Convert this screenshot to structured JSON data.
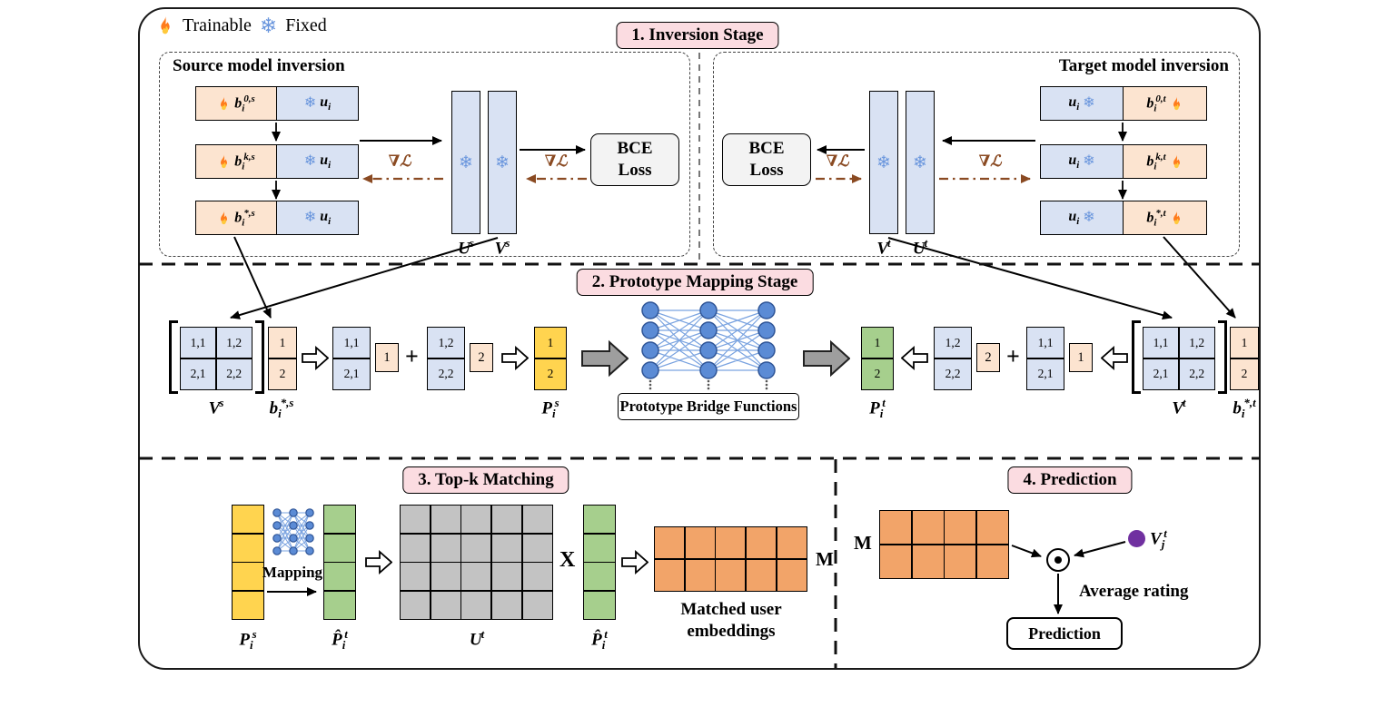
{
  "legend": {
    "trainable_label": "Trainable",
    "fixed_label": "Fixed"
  },
  "icons": {
    "snowflake": "❄"
  },
  "badges": {
    "stage1": "1. Inversion Stage",
    "stage2": "2. Prototype Mapping Stage",
    "stage3": "3. Top-k Matching",
    "stage4": "4. Prediction"
  },
  "source": {
    "title": "Source model inversion",
    "rows": [
      {
        "b": {
          "base": "b",
          "sub": "i",
          "sup": "0,s"
        },
        "u": {
          "base": "u",
          "sub": "i"
        }
      },
      {
        "b": {
          "base": "b",
          "sub": "i",
          "sup": "k,s"
        },
        "u": {
          "base": "u",
          "sub": "i"
        }
      },
      {
        "b": {
          "base": "b",
          "sub": "i",
          "sup": "*,s"
        },
        "u": {
          "base": "u",
          "sub": "i"
        }
      }
    ],
    "cols": [
      {
        "base": "U",
        "sup": "s"
      },
      {
        "base": "V",
        "sup": "s"
      }
    ],
    "bce_label": "BCE Loss",
    "grad_label": "∇ℒ"
  },
  "target": {
    "title": "Target model inversion",
    "rows": [
      {
        "u": {
          "base": "u",
          "sub": "i"
        },
        "b": {
          "base": "b",
          "sub": "i",
          "sup": "0,t"
        }
      },
      {
        "u": {
          "base": "u",
          "sub": "i"
        },
        "b": {
          "base": "b",
          "sub": "i",
          "sup": "k,t"
        }
      },
      {
        "u": {
          "base": "u",
          "sub": "i"
        },
        "b": {
          "base": "b",
          "sub": "i",
          "sup": "*,t"
        }
      }
    ],
    "cols": [
      {
        "base": "V",
        "sup": "t"
      },
      {
        "base": "U",
        "sup": "t"
      }
    ],
    "bce_label": "BCE Loss",
    "grad_label": "∇ℒ"
  },
  "stage2": {
    "vs": {
      "cells": [
        "1,1",
        "1,2",
        "2,1",
        "2,2"
      ],
      "label": {
        "base": "V",
        "sup": "s"
      }
    },
    "bs": {
      "cells": [
        "1",
        "2"
      ],
      "label": {
        "base": "b",
        "sub": "i",
        "sup": "*,s"
      }
    },
    "s_col1": [
      "1,1",
      "2,1"
    ],
    "s_box1": "1",
    "plus": "+",
    "s_col2": [
      "1,2",
      "2,2"
    ],
    "s_box2": "2",
    "ps": {
      "cells": [
        "1",
        "2"
      ],
      "label": {
        "base": "P",
        "sub": "i",
        "sup": "s"
      }
    },
    "bridge_label": "Prototype Bridge Functions",
    "pt": {
      "cells": [
        "1",
        "2"
      ],
      "label": {
        "base": "P",
        "sub": "i",
        "sup": "t"
      }
    },
    "t_col1": [
      "1,2",
      "2,2"
    ],
    "t_box1": "2",
    "t_col2": [
      "1,1",
      "2,1"
    ],
    "t_box2": "1",
    "vt": {
      "cells": [
        "1,1",
        "1,2",
        "2,1",
        "2,2"
      ],
      "label": {
        "base": "V",
        "sup": "t"
      }
    },
    "bt": {
      "cells": [
        "1",
        "2"
      ],
      "label": {
        "base": "b",
        "sub": "i",
        "sup": "*,t"
      }
    }
  },
  "stage3": {
    "ps_label": {
      "base": "P",
      "sub": "i",
      "sup": "s"
    },
    "mapping_label": "Mapping",
    "pt_hat_label": {
      "base": "P̂",
      "sub": "i",
      "sup": "t"
    },
    "ut_label": {
      "base": "U",
      "sup": "t"
    },
    "times_label": "X",
    "m_label": "M",
    "matched_label": "Matched user embeddings"
  },
  "stage4": {
    "m_label": "M",
    "vj_label": {
      "base": "V",
      "sub": "j",
      "sup": "t"
    },
    "avg_label": "Average rating",
    "pred_label": "Prediction"
  }
}
